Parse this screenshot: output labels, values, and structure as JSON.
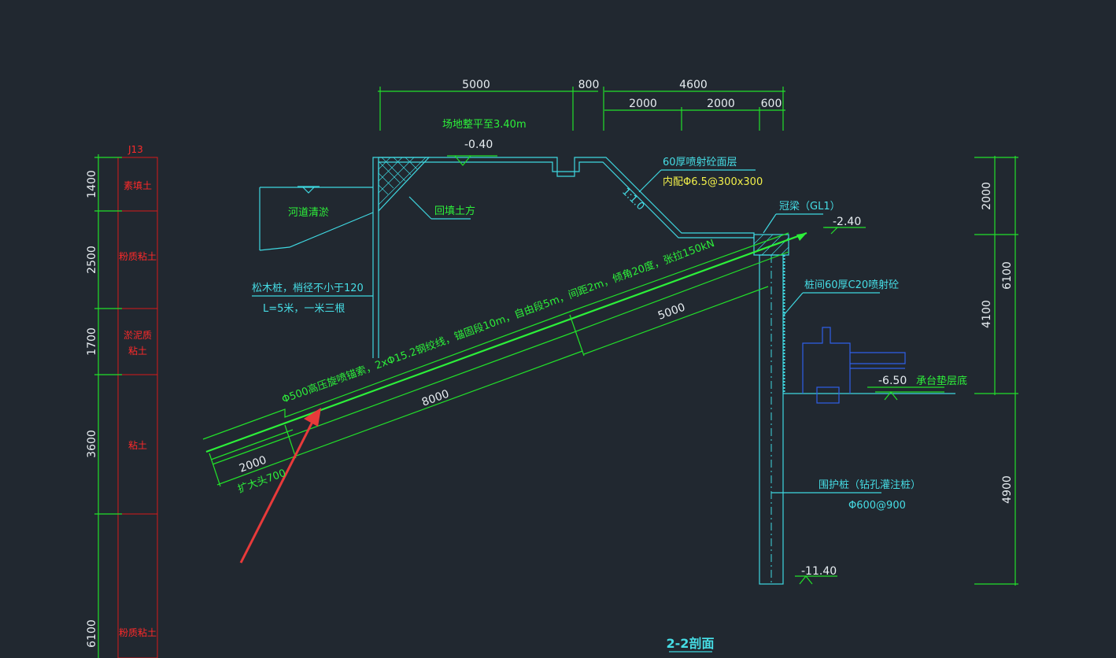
{
  "top_dims": {
    "d1": "5000",
    "d2": "800",
    "d3": "4600",
    "d4": "2000",
    "d5": "2000",
    "d6": "600"
  },
  "left_column": {
    "id": "J13",
    "layers": [
      {
        "thickness": "1400",
        "name": "素填土"
      },
      {
        "thickness": "2500",
        "name": "粉质粘土"
      },
      {
        "thickness": "1700",
        "name_line1": "淤泥质",
        "name_line2": "粘土"
      },
      {
        "thickness": "3600",
        "name": "粘土"
      },
      {
        "thickness": "6100",
        "name": "粉质粘土"
      }
    ]
  },
  "right_dims": {
    "r1": "2000",
    "r2": "4100",
    "r3": "6100",
    "r4": "4900"
  },
  "elevations": {
    "e1": "-0.40",
    "e2": "-2.40",
    "e3": "-6.50",
    "e4": "-11.40"
  },
  "labels": {
    "river_bottom": "河道清淤",
    "backfill": "回填土方",
    "ground_level": "场地整平至3.40m",
    "shotcrete_1": "60厚喷射砼面层",
    "shotcrete_2": "内配Φ6.5@300x300",
    "slope": "1:1.0",
    "crown_beam": "冠梁（GL1）",
    "pile_wall": "桩间60厚C20喷射砼",
    "cap_bottom": "承台垫层底",
    "timber_pile_1": "松木桩，梢径不小于120",
    "timber_pile_2": "L=5米，一米三根",
    "anchor": "Φ500高压旋喷锚索，2xΦ15.2钢绞线，锚固段10m，自由段5m，间距2m，倾角20度，张拉150kN",
    "anchor_free": "5000",
    "anchor_len": "8000",
    "anchor_tip": "2000",
    "anchor_diam": "扩大头700",
    "retaining_pile_1": "围护桩（钻孔灌注桩）",
    "retaining_pile_2": "Φ600@900",
    "section_title": "2-2剖面"
  },
  "colors": {
    "background": "#212830",
    "dim": "#22e02a",
    "structure": "#3fd7e0",
    "log": "#d81a1a",
    "arrow": "#e83a3a",
    "footing": "#2f5fe8"
  }
}
